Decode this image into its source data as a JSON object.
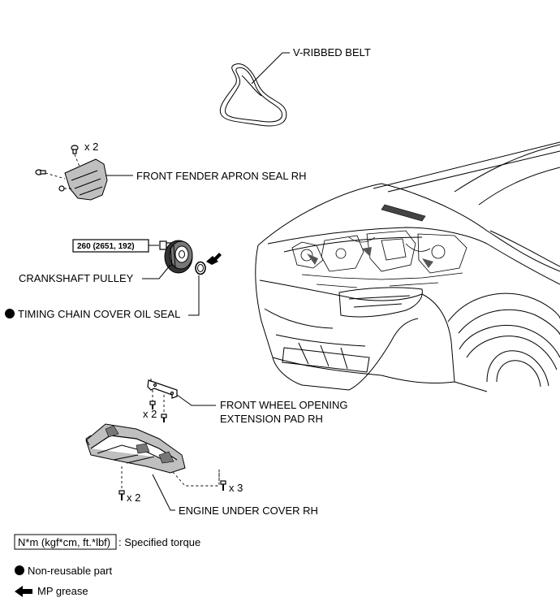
{
  "labels": {
    "v_ribbed_belt": "V-RIBBED BELT",
    "front_fender_apron_seal": "FRONT FENDER APRON SEAL RH",
    "crankshaft_pulley": "CRANKSHAFT PULLEY",
    "timing_chain_cover_oil_seal": "TIMING CHAIN COVER OIL SEAL",
    "front_wheel_opening_pad_line1": "FRONT WHEEL OPENING",
    "front_wheel_opening_pad_line2": "EXTENSION PAD RH",
    "engine_under_cover": "ENGINE UNDER COVER RH"
  },
  "torque": {
    "crankshaft_pulley_bolt": "260 (2651, 192)"
  },
  "quantities": {
    "apron_seal_clip": "x 2",
    "pad_screw": "x 2",
    "under_cover_screw": "x 2",
    "under_cover_bolt": "x 3"
  },
  "legend": {
    "torque_box": "N*m (kgf*cm, ft.*lbf)",
    "torque_desc": ": Specified torque",
    "non_reusable": "Non-reusable part",
    "mp_grease": "MP grease"
  }
}
